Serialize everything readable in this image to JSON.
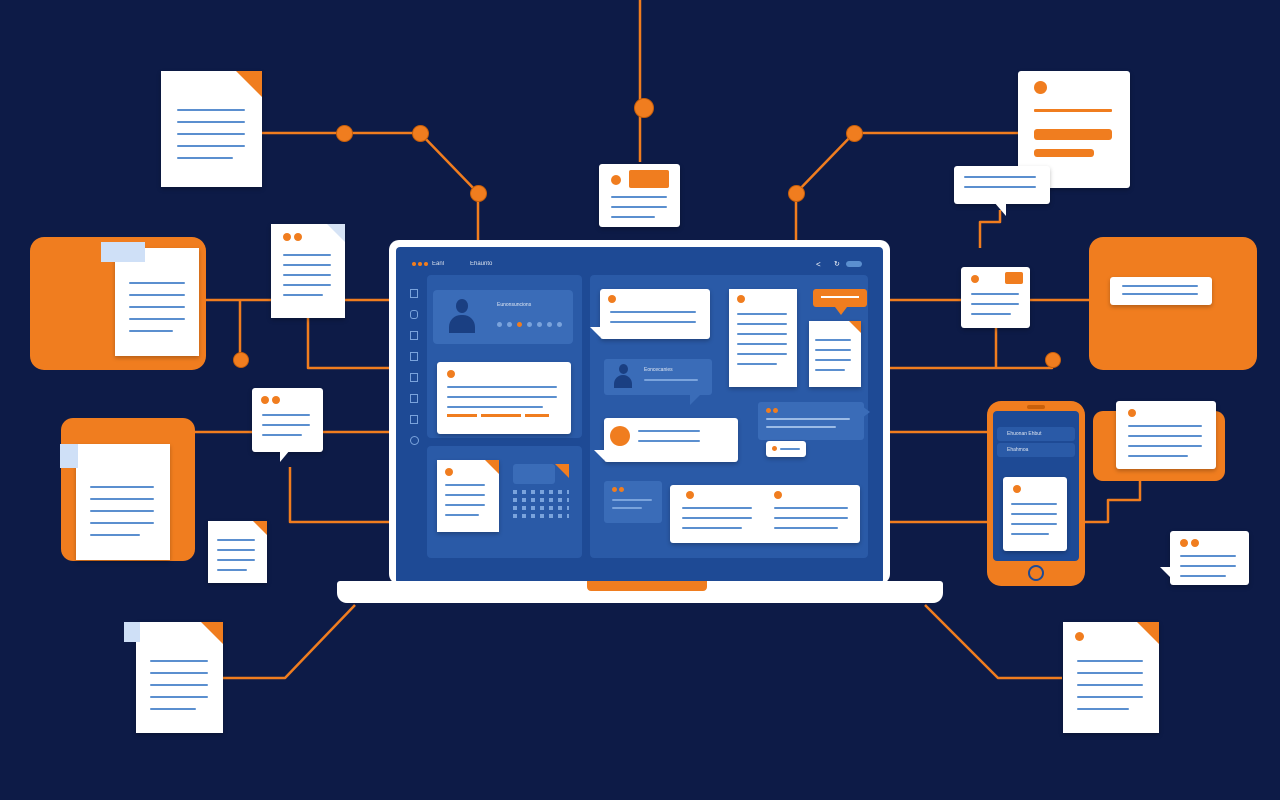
{
  "colors": {
    "background": "#0d1b47",
    "accent": "#f07d1f",
    "screen": "#1e4a95",
    "panel": "#2a5aa7",
    "card": "#ffffff",
    "text_line": "#5b8fcf"
  },
  "laptop": {
    "toolbar": {
      "title": "Eanl",
      "breadcrumb": "Ehaunto"
    },
    "profile_card": {
      "name": "Eunonsuncions"
    },
    "chat_card": {
      "name": "Eoncecanies"
    },
    "sidebar_icons": [
      "doc-icon",
      "chat-icon",
      "users-icon",
      "grid-icon",
      "list-icon",
      "chart-icon",
      "file-icon",
      "settings-icon"
    ]
  },
  "phone": {
    "row1": "Ehuonan Ehbut",
    "row2": "Ehahmoa"
  },
  "icons": [
    "document-icon",
    "chat-bubble-icon",
    "laptop-icon",
    "phone-icon",
    "avatar-icon",
    "calendar-icon",
    "share-icon",
    "refresh-icon"
  ]
}
